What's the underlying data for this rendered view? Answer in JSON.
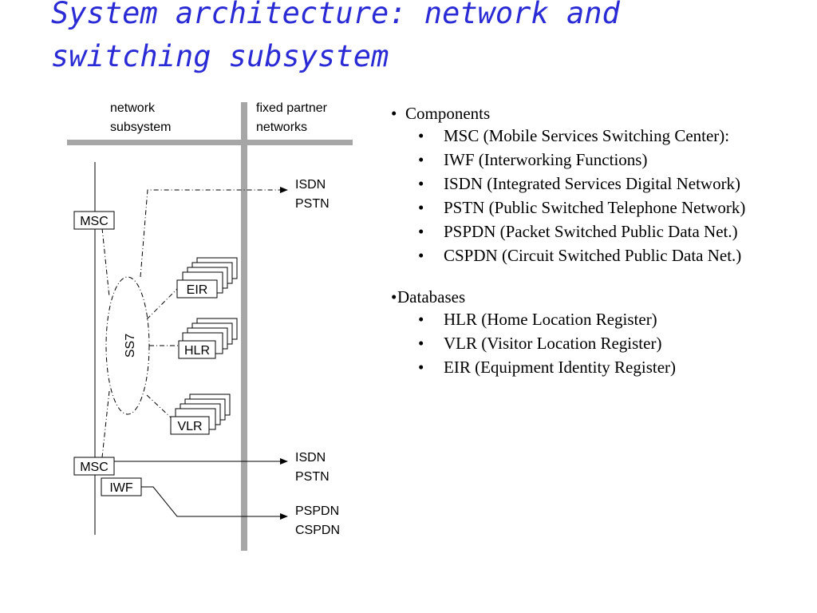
{
  "title": {
    "line1": "System architecture: network and",
    "line2": "switching subsystem"
  },
  "diagram": {
    "col_network": [
      "network",
      "subsystem"
    ],
    "col_fixed": [
      "fixed partner",
      "networks"
    ],
    "msc_top": "MSC",
    "msc_bottom": "MSC",
    "iwf": "IWF",
    "ss7": "SS7",
    "eir": "EIR",
    "hlr": "HLR",
    "vlr": "VLR",
    "net_top": [
      "ISDN",
      "PSTN"
    ],
    "net_mid": [
      "ISDN",
      "PSTN"
    ],
    "net_bottom": [
      "PSPDN",
      "CSPDN"
    ]
  },
  "bullets": {
    "components": {
      "heading": "Components",
      "items": [
        "MSC (Mobile Services Switching Center):",
        "IWF (Interworking Functions)",
        "ISDN (Integrated Services Digital Network)",
        "PSTN (Public Switched Telephone Network)",
        "PSPDN (Packet Switched Public Data Net.)",
        "CSPDN (Circuit Switched Public Data Net.)"
      ]
    },
    "databases": {
      "heading": "Databases",
      "items": [
        "HLR (Home Location Register)",
        "VLR (Visitor Location Register)",
        "EIR (Equipment Identity Register)"
      ]
    }
  },
  "colors": {
    "title": "#2b2bd6",
    "divider": "#a6a6a6"
  }
}
